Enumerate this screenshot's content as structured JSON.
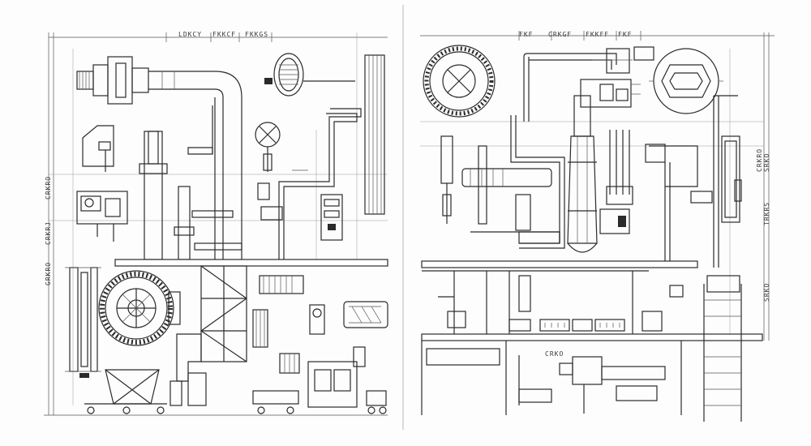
{
  "left_sheet": {
    "top_labels": [
      "LDKCY",
      "FKKCF",
      "FKKGS"
    ],
    "side_labels": [
      "CRKRO",
      "CRKRJ",
      "GRKRO"
    ]
  },
  "right_sheet": {
    "top_labels": [
      "FKF",
      "CRKGF",
      "FKKFF",
      "FKF"
    ],
    "side_labels": [
      "CRKRO",
      "SRKO",
      "TRKRS",
      "SRKO"
    ],
    "bottom_label": "CRKO"
  }
}
